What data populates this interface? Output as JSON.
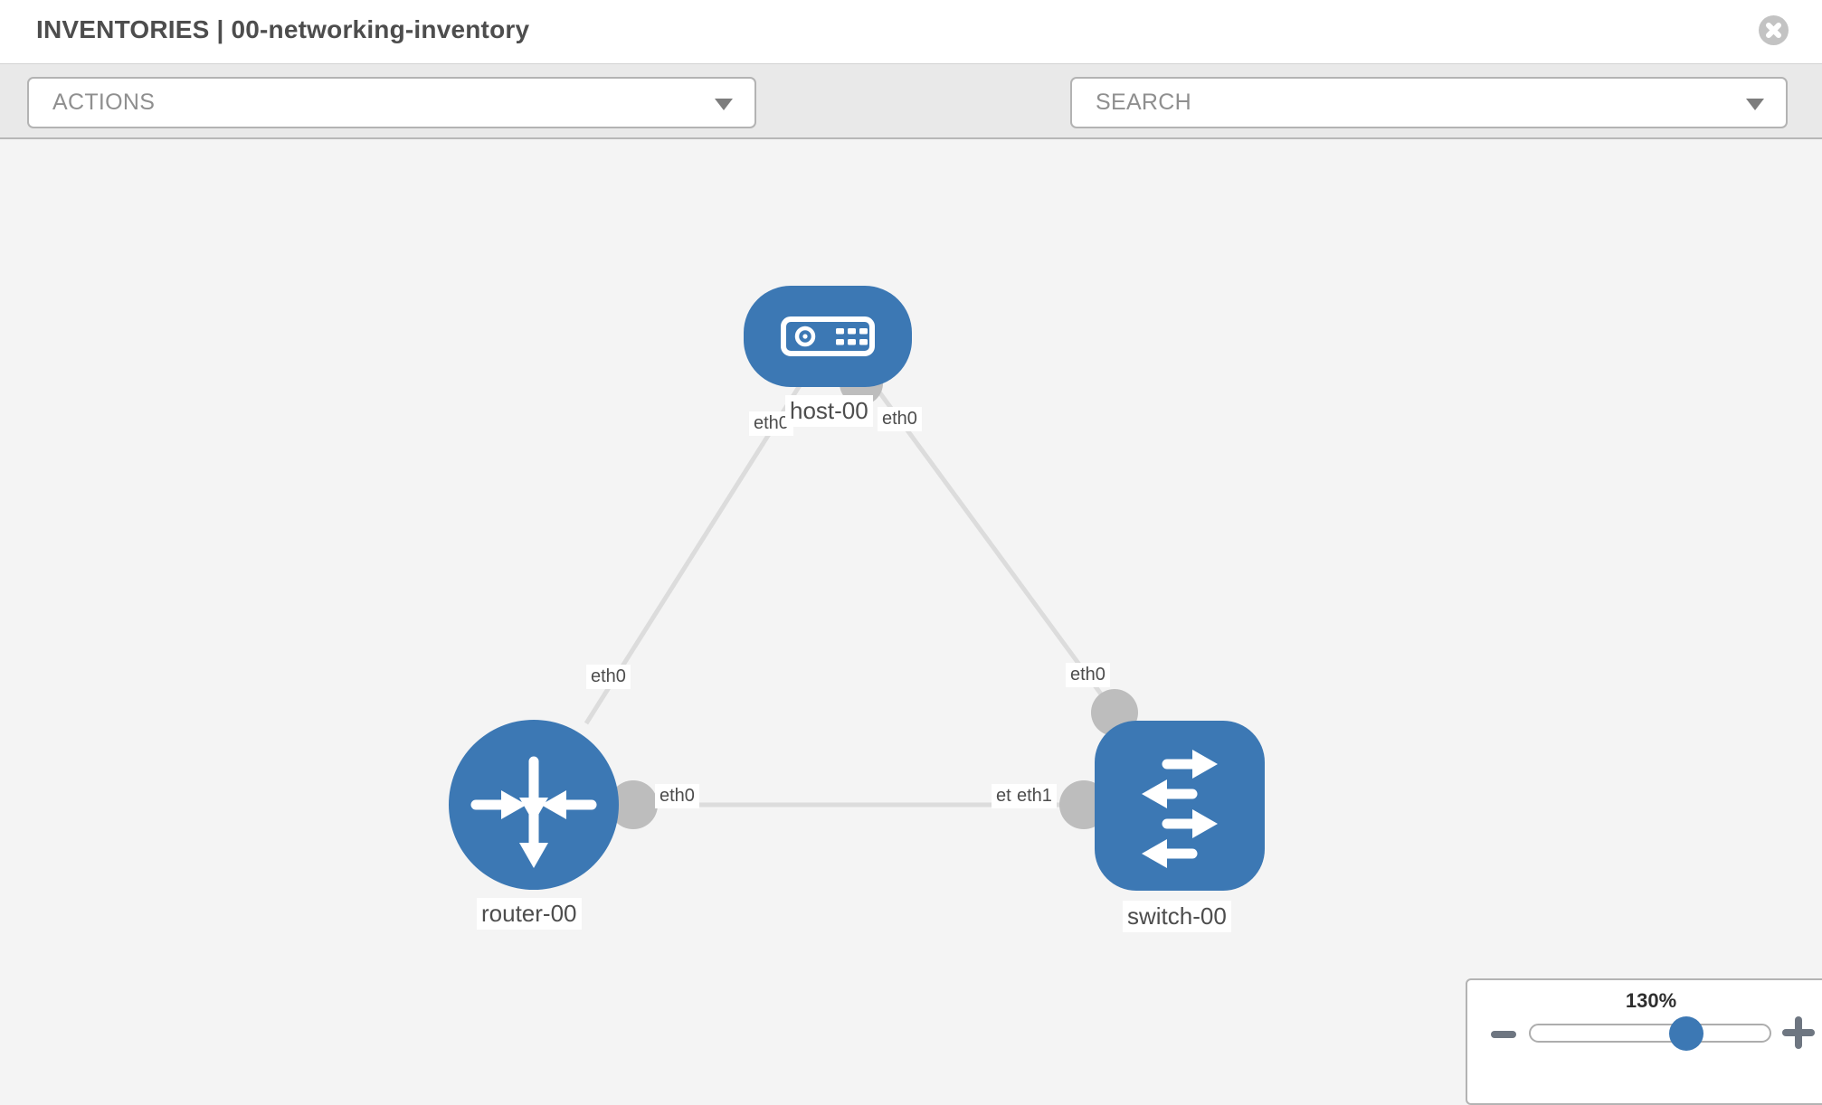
{
  "header": {
    "title": "INVENTORIES | 00-networking-inventory"
  },
  "toolbar": {
    "actions_placeholder": "ACTIONS",
    "search_placeholder": "SEARCH",
    "icon_names": [
      "wrench-icon",
      "key-icon"
    ]
  },
  "colors": {
    "node_blue": "#3c78b4",
    "connector_gray": "#bdbdbd",
    "edge_gray": "#dcdcdc",
    "toolbar_bg": "#e9e9e9",
    "canvas_bg": "#f4f4f4",
    "icon_gray": "#6e7681",
    "label_text": "#4d4d4d"
  },
  "diagram": {
    "nodes": [
      {
        "id": "host-00",
        "type": "host",
        "label": "host-00"
      },
      {
        "id": "router-00",
        "type": "router",
        "label": "router-00"
      },
      {
        "id": "switch-00",
        "type": "switch",
        "label": "switch-00"
      }
    ],
    "links": [
      {
        "from": "router-00",
        "from_interface": "eth0",
        "to": "host-00",
        "to_interface": "eth0"
      },
      {
        "from": "switch-00",
        "from_interface": "eth0",
        "to": "host-00",
        "to_interface": "eth0"
      },
      {
        "from": "router-00",
        "from_interface": "eth0",
        "to": "switch-00",
        "to_interface": "eth1"
      }
    ],
    "labels": {
      "host": "host-00",
      "router": "router-00",
      "switch": "switch-00",
      "host_if_left": "eth0",
      "host_if_right": "eth0",
      "edge_router_host_if": "eth0",
      "edge_switch_host_if": "eth0",
      "edge_rs_router_if": "eth0",
      "edge_rs_switch_if_under": "eth0",
      "edge_rs_switch_if": "eth1"
    }
  },
  "zoom_control": {
    "level": "130%"
  }
}
